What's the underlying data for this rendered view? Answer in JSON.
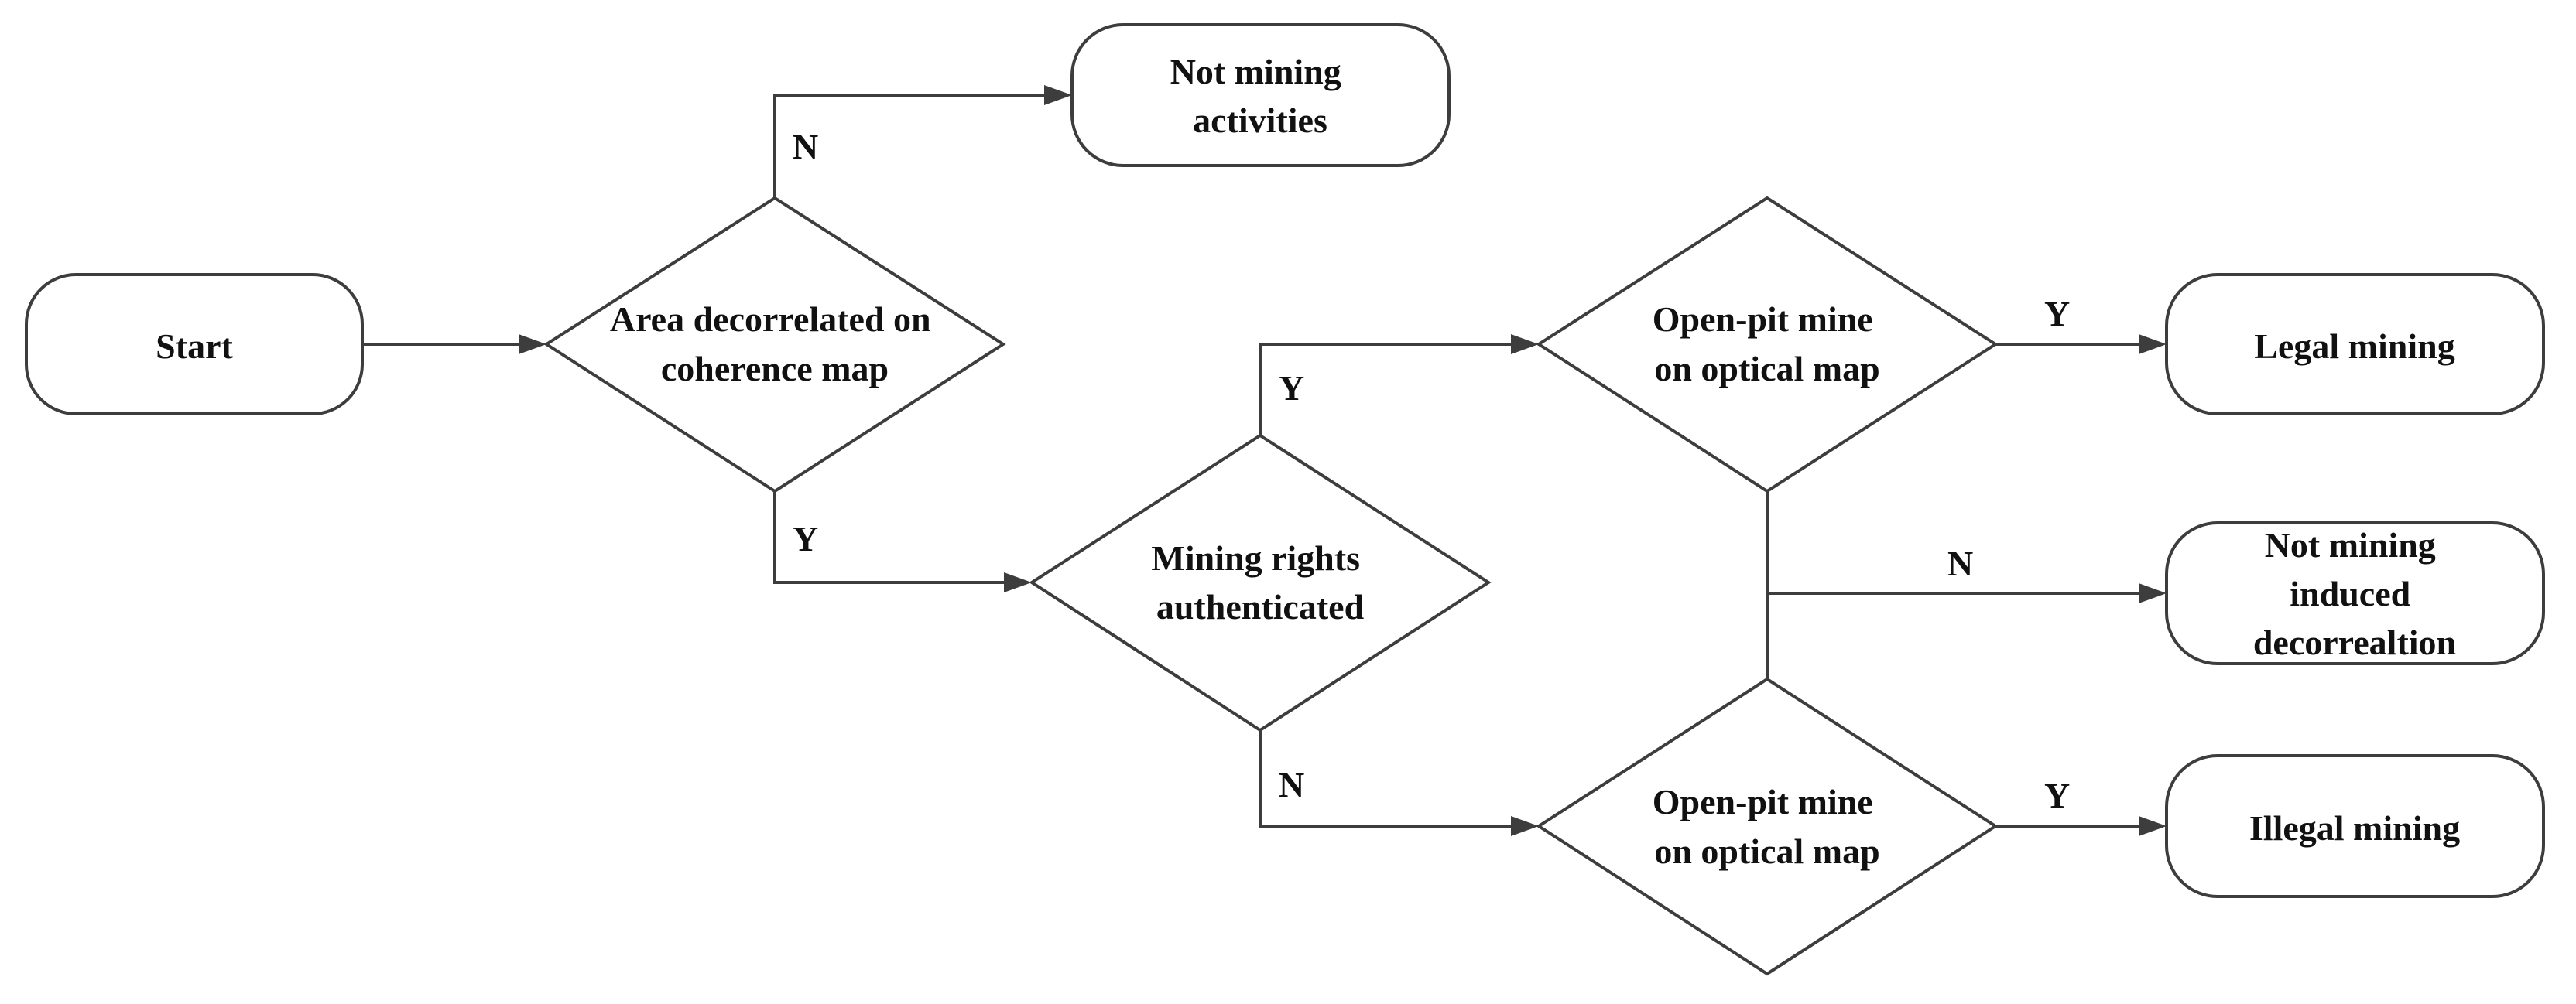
{
  "nodes": {
    "start": {
      "lines": [
        "Start"
      ]
    },
    "decorrelated": {
      "lines": [
        "Area decorrelated on",
        "coherence map"
      ]
    },
    "not_mining": {
      "lines": [
        "Not mining",
        "activities"
      ]
    },
    "rights": {
      "lines": [
        "Mining rights",
        "authenticated"
      ]
    },
    "openpit_top": {
      "lines": [
        "Open-pit mine",
        "on optical map"
      ]
    },
    "openpit_bottom": {
      "lines": [
        "Open-pit mine",
        "on optical map"
      ]
    },
    "legal": {
      "lines": [
        "Legal mining"
      ]
    },
    "not_induced": {
      "lines": [
        "Not mining",
        "induced",
        "decorrealtion"
      ]
    },
    "illegal": {
      "lines": [
        "Illegal mining"
      ]
    }
  },
  "edges": {
    "decorrelated_no": "N",
    "decorrelated_yes": "Y",
    "rights_yes": "Y",
    "rights_no": "N",
    "openpit_top_yes": "Y",
    "openpit_merge_no": "N",
    "openpit_bottom_yes": "Y"
  },
  "colors": {
    "stroke": "#3d3d3d",
    "fill": "#ffffff",
    "text": "#111111"
  }
}
